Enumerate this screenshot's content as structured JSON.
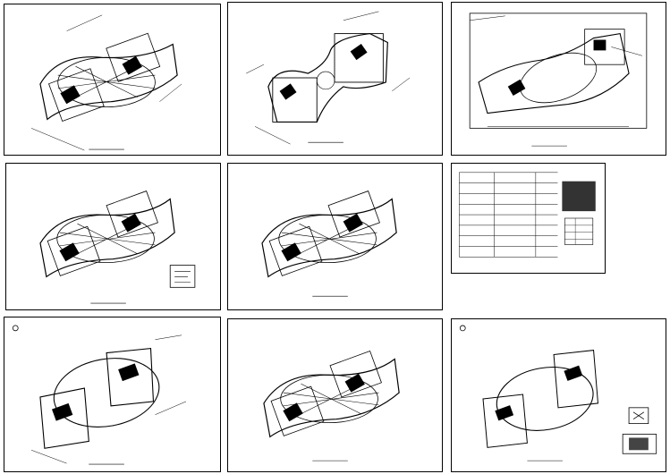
{
  "sheets": [
    {
      "id": "s1",
      "kind": "plan-a",
      "caption": "",
      "mark": false
    },
    {
      "id": "s2",
      "kind": "plan-b",
      "caption": "",
      "mark": false
    },
    {
      "id": "s3",
      "kind": "plan-c",
      "caption": "",
      "mark": false
    },
    {
      "id": "s4",
      "kind": "plan-a",
      "caption": "",
      "mark": false,
      "legend": true
    },
    {
      "id": "s5",
      "kind": "plan-a",
      "caption": "",
      "mark": false
    },
    {
      "id": "s6",
      "kind": "schedule",
      "caption": "",
      "mark": false
    },
    {
      "id": "s7",
      "kind": "plan-d",
      "caption": "",
      "mark": true
    },
    {
      "id": "s8",
      "kind": "plan-a",
      "caption": "",
      "mark": false
    },
    {
      "id": "s9",
      "kind": "plan-e",
      "caption": "",
      "mark": true
    }
  ]
}
